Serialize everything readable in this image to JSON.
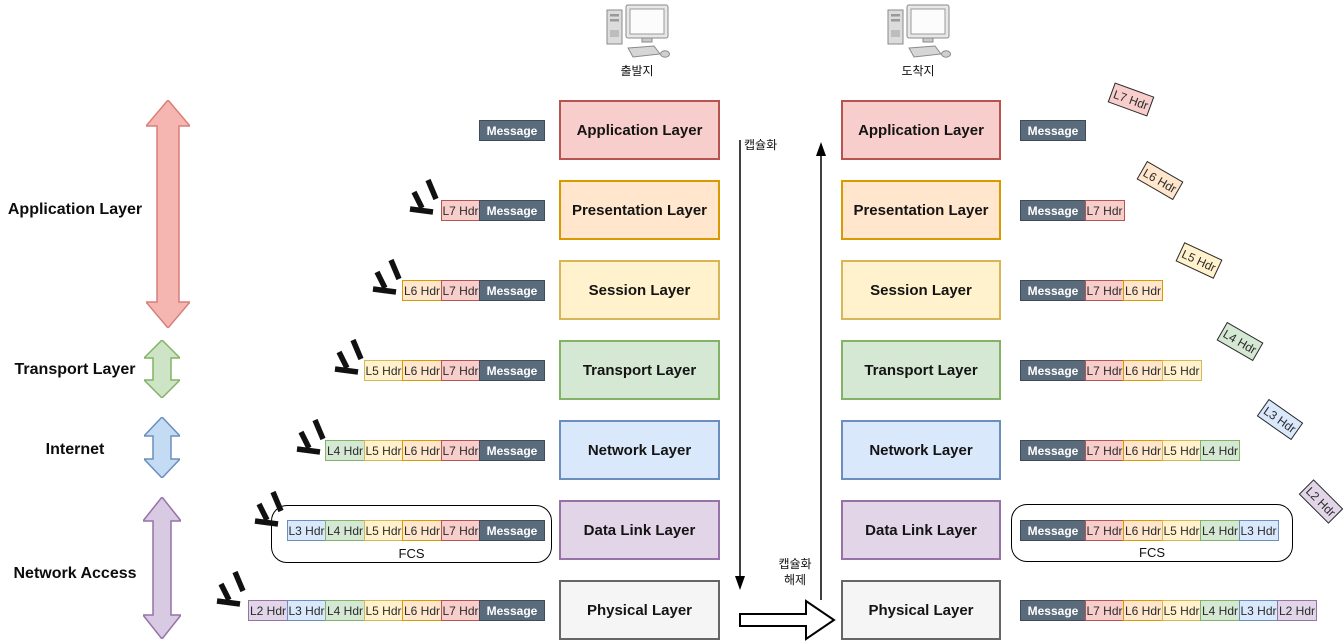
{
  "computers": {
    "source": "출발지",
    "destination": "도착지"
  },
  "tcpip": {
    "labels": [
      "Application Layer",
      "Transport Layer",
      "Internet",
      "Network Access"
    ],
    "arrow_colors": [
      "#f5b6b2",
      "#cde5c6",
      "#c3dcf4",
      "#d9cae4"
    ],
    "arrow_strokes": [
      "#d87f79",
      "#82b366",
      "#6c8ebf",
      "#9673a6"
    ]
  },
  "osi": [
    "Application Layer",
    "Presentation Layer",
    "Session Layer",
    "Transport Layer",
    "Network Layer",
    "Data Link Layer",
    "Physical Layer"
  ],
  "flow": {
    "encapsulation": "캡슐화",
    "decapsulation_line1": "캡슐화",
    "decapsulation_line2": "해제"
  },
  "fcs_label": "FCS",
  "cells": {
    "message": "Message",
    "l7": "L7 Hdr",
    "l6": "L6 Hdr",
    "l5": "L5 Hdr",
    "l4": "L4 Hdr",
    "l3": "L3 Hdr",
    "l2": "L2 Hdr"
  },
  "left_rows": [
    [
      "message"
    ],
    [
      "l7",
      "message"
    ],
    [
      "l6",
      "l7",
      "message"
    ],
    [
      "l5",
      "l6",
      "l7",
      "message"
    ],
    [
      "l4",
      "l5",
      "l6",
      "l7",
      "message"
    ],
    [
      "l3",
      "l4",
      "l5",
      "l6",
      "l7",
      "message"
    ],
    [
      "l2",
      "l3",
      "l4",
      "l5",
      "l6",
      "l7",
      "message"
    ]
  ],
  "right_rows": [
    [
      "message"
    ],
    [
      "message",
      "l7"
    ],
    [
      "message",
      "l7",
      "l6"
    ],
    [
      "message",
      "l7",
      "l6",
      "l5"
    ],
    [
      "message",
      "l7",
      "l6",
      "l5",
      "l4"
    ],
    [
      "message",
      "l7",
      "l6",
      "l5",
      "l4",
      "l3"
    ],
    [
      "message",
      "l7",
      "l6",
      "l5",
      "l4",
      "l3",
      "l2"
    ]
  ],
  "colors": {
    "message_fill": "#5a6b7c",
    "message_stroke": "#3e4c59",
    "l7_fill": "#f8cecc",
    "l7_stroke": "#b85450",
    "l6_fill": "#ffe6cc",
    "l6_stroke": "#d79b00",
    "l5_fill": "#fff2cc",
    "l5_stroke": "#d6b656",
    "l4_fill": "#d5e8d4",
    "l4_stroke": "#82b366",
    "l3_fill": "#dae8fc",
    "l3_stroke": "#6c8ebf",
    "l2_fill": "#e1d5e7",
    "l2_stroke": "#9673a6",
    "physical_fill": "#f5f5f5",
    "physical_stroke": "#666666"
  }
}
